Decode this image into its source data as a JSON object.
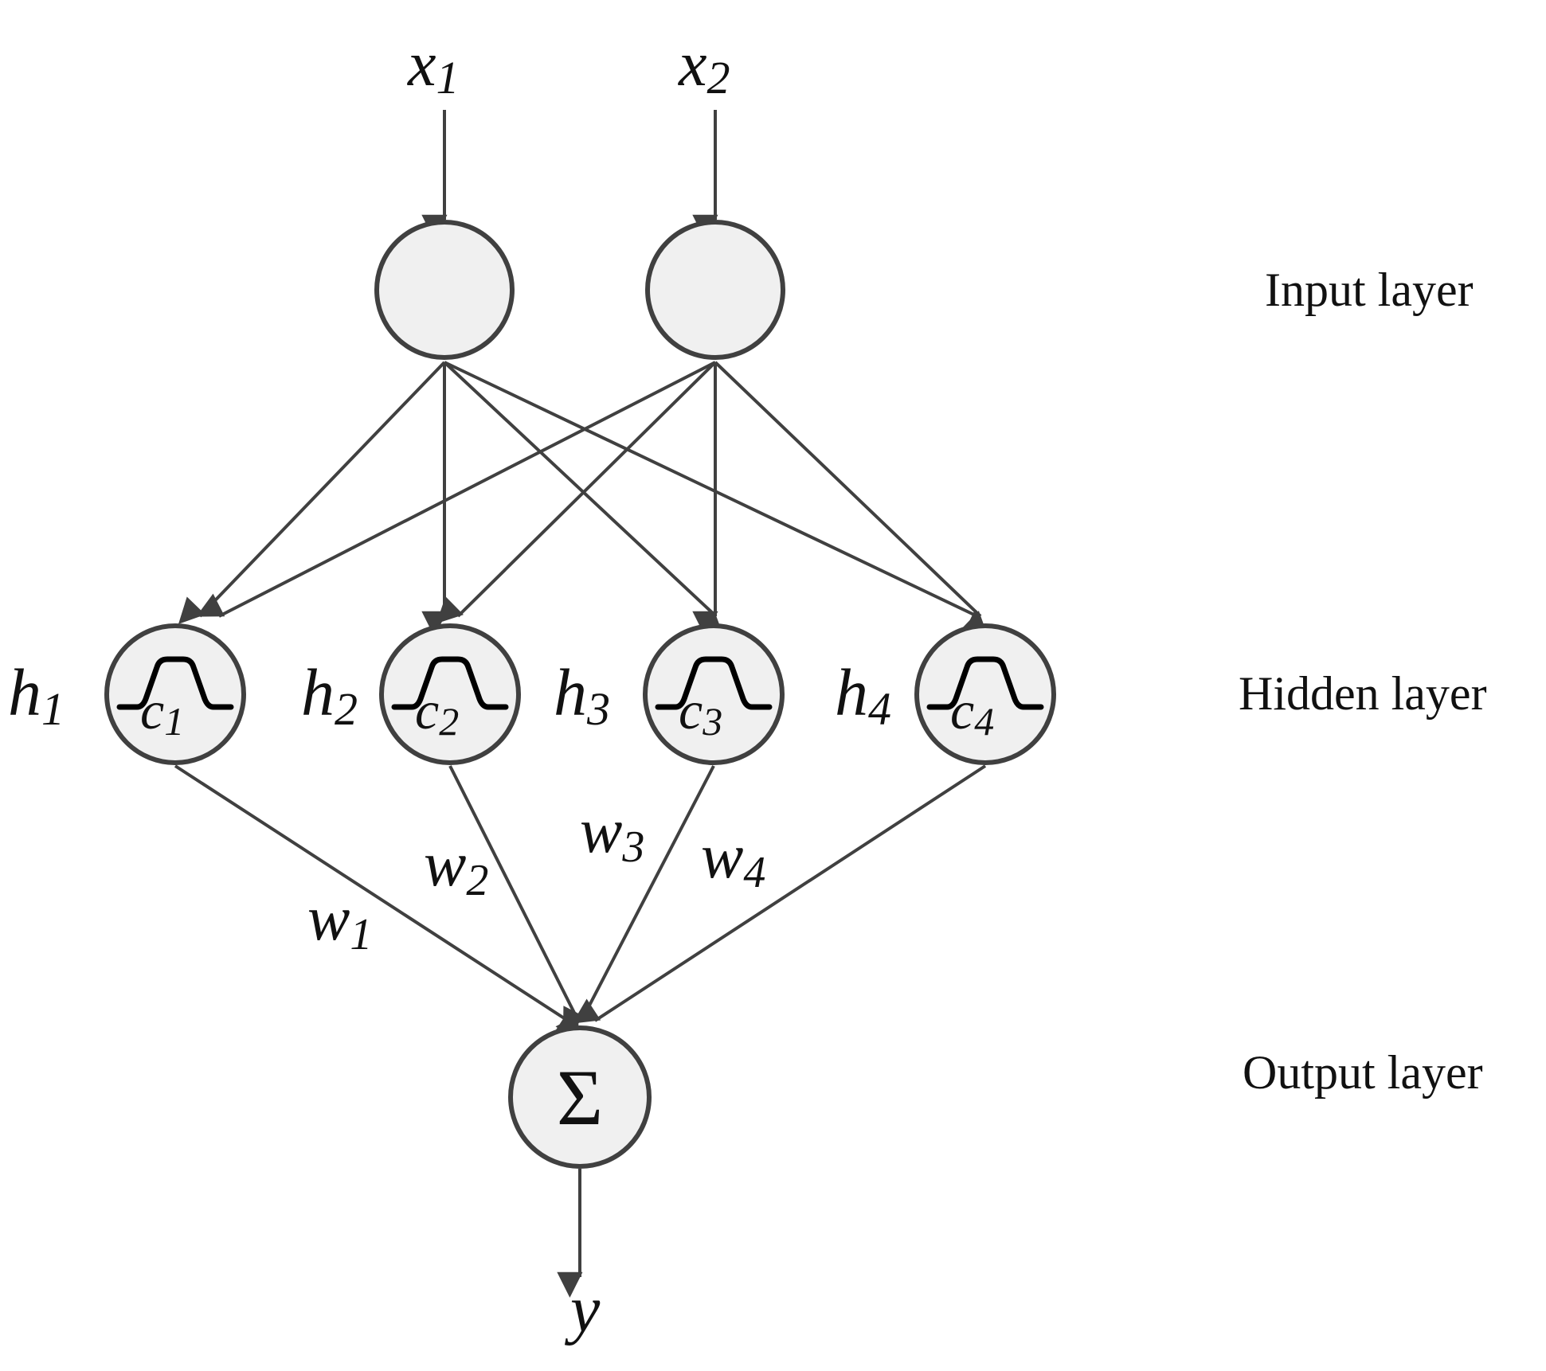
{
  "inputs": [
    {
      "name": "x",
      "sub": "1"
    },
    {
      "name": "x",
      "sub": "2"
    }
  ],
  "hidden": [
    {
      "h": "h",
      "h_sub": "1",
      "c": "c",
      "c_sub": "1"
    },
    {
      "h": "h",
      "h_sub": "2",
      "c": "c",
      "c_sub": "2"
    },
    {
      "h": "h",
      "h_sub": "3",
      "c": "c",
      "c_sub": "3"
    },
    {
      "h": "h",
      "h_sub": "4",
      "c": "c",
      "c_sub": "4"
    }
  ],
  "weights": [
    {
      "name": "w",
      "sub": "1"
    },
    {
      "name": "w",
      "sub": "2"
    },
    {
      "name": "w",
      "sub": "3"
    },
    {
      "name": "w",
      "sub": "4"
    }
  ],
  "output": {
    "symbol": "Σ",
    "label": "y"
  },
  "layers": {
    "input": "Input layer",
    "hidden": "Hidden layer",
    "output": "Output layer"
  },
  "colors": {
    "stroke": "#404040",
    "node_fill": "#f0f0f0",
    "text": "#111111"
  },
  "icons": {
    "hidden_node": "gaussian-bell-icon",
    "output_node": "sigma-icon"
  }
}
